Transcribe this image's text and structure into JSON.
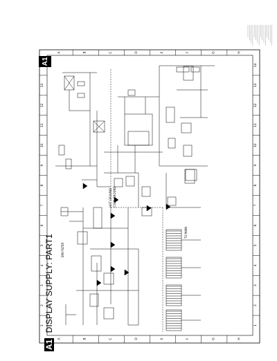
{
  "sheet": {
    "badge": "A1",
    "title": "DISPLAY SUPPLY: PART1",
    "grid_numbers": [
      "1",
      "2",
      "3",
      "4",
      "5",
      "6",
      "7",
      "8",
      "9",
      "10",
      "11",
      "12",
      "13",
      "14"
    ],
    "grid_letters": [
      "A",
      "B",
      "C",
      "D",
      "E",
      "F",
      "G",
      "H"
    ],
    "labels": {
      "emi_filter": "EMI FILTER",
      "hot_ground": "HOT GROUND",
      "cold_ground": "COLD GROUND",
      "to_main": "TO MAIN"
    }
  }
}
